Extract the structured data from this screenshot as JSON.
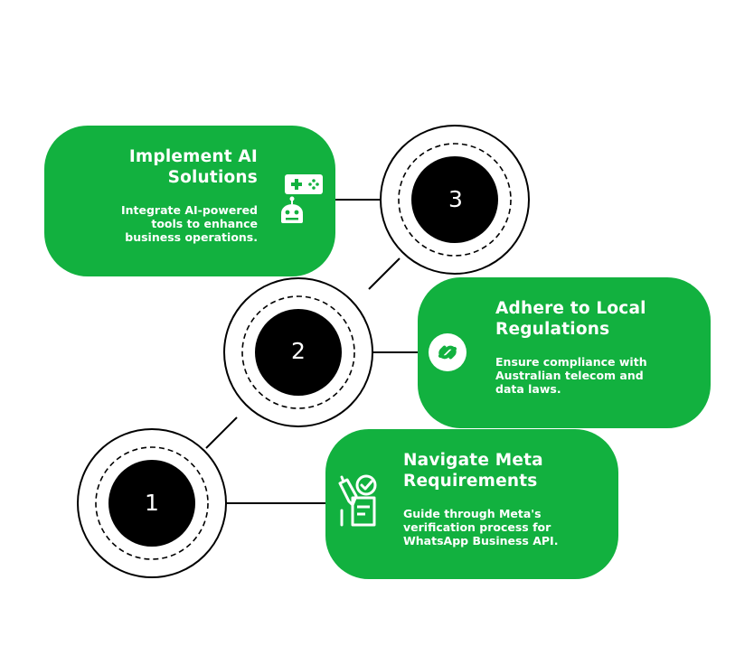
{
  "colors": {
    "card": "#12b13f",
    "node_fill": "#000000",
    "line": "#000000",
    "text_on_card": "#ffffff"
  },
  "steps": [
    {
      "number": "3",
      "title_line1": "Implement AI",
      "title_line2": "Solutions",
      "desc_line1": "Integrate AI-powered",
      "desc_line2": "tools to enhance",
      "desc_line3": "business operations.",
      "icon": "robot-gamepad-icon"
    },
    {
      "number": "2",
      "title_line1": "Adhere to Local",
      "title_line2": "Regulations",
      "desc_line1": "Ensure compliance with",
      "desc_line2": "Australian telecom and",
      "desc_line3": "data laws.",
      "icon": "link-compliance-icon"
    },
    {
      "number": "1",
      "title_line1": "Navigate Meta",
      "title_line2": "Requirements",
      "desc_line1": "Guide through Meta's",
      "desc_line2": "verification process for",
      "desc_line3": "WhatsApp Business API.",
      "icon": "checklist-hand-icon"
    }
  ]
}
